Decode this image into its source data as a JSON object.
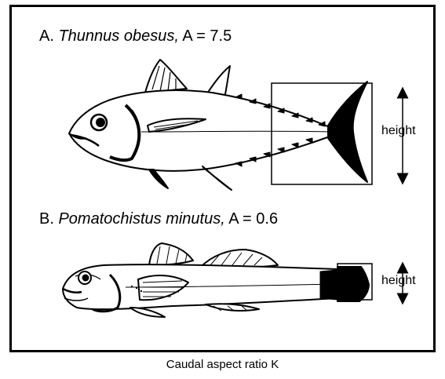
{
  "figure": {
    "panel_a": {
      "prefix": "A.",
      "species": "Thunnus obesus,",
      "value_text": "A = 7.5",
      "dimension_label": "height"
    },
    "panel_b": {
      "prefix": "B.",
      "species": "Pomatochistus minutus,",
      "value_text": "A = 0.6",
      "dimension_label": "height"
    },
    "caption": "Caudal aspect ratio K"
  }
}
